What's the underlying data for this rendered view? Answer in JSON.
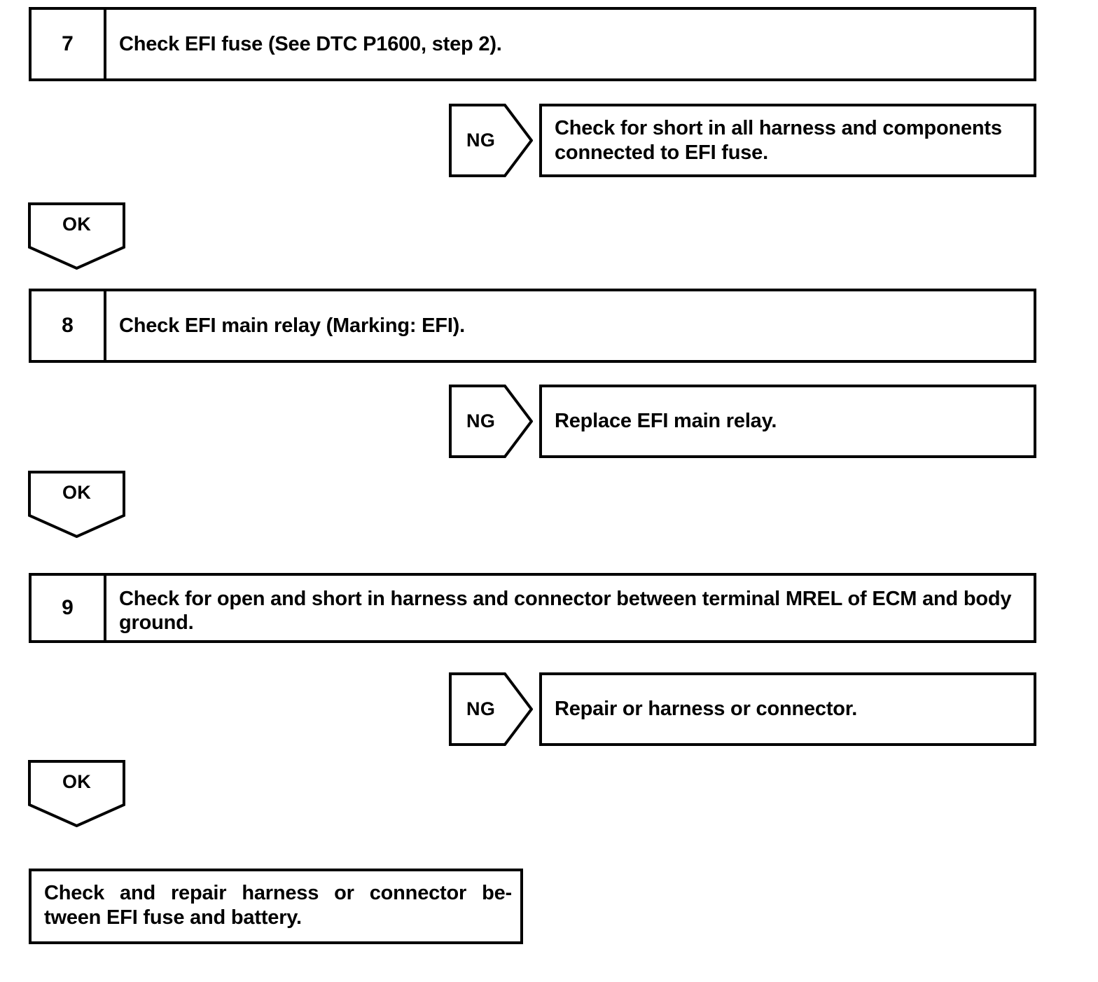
{
  "document": {
    "type": "diagnostic-flowchart",
    "subject": "EFI fuse / EFI main relay diagnostic troubleshooting steps"
  },
  "theme": {
    "line_color": "#000000",
    "background": "#ffffff",
    "text_color": "#000000"
  },
  "steps": [
    {
      "number": "7",
      "text": "Check EFI fuse (See DTC P1600, step 2).",
      "ng": {
        "label": "NG",
        "line1": "Check for short in all harness and components",
        "line2": "connected to EFI fuse."
      },
      "ok": {
        "label": "OK"
      }
    },
    {
      "number": "8",
      "text": "Check EFI main relay (Marking: EFI).",
      "ng": {
        "label": "NG",
        "line1": "Replace EFI main relay.",
        "line2": ""
      },
      "ok": {
        "label": "OK"
      }
    },
    {
      "number": "9",
      "line1": "Check for open and short in harness and connector between terminal MREL of",
      "line2": "ECM and body ground.",
      "ng": {
        "label": "NG",
        "line1": "Repair or harness or connector.",
        "line2": ""
      },
      "ok": {
        "label": "OK"
      }
    }
  ],
  "conclusion": {
    "line1": "Check and repair harness or connector be-",
    "line2": "tween EFI fuse and battery."
  }
}
